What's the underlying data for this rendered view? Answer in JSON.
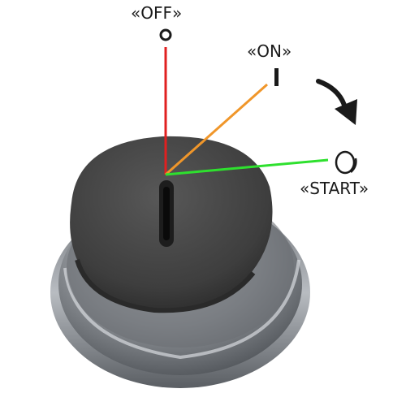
{
  "labels": {
    "off": "«OFF»",
    "on": "«ON»",
    "start": "«START»"
  },
  "colors": {
    "off_line": "#e02020",
    "on_line": "#f0962a",
    "start_line": "#2ee02e",
    "knob": "#3e3e3e",
    "housing": "#8a8d92"
  },
  "icons": {
    "off": "circle-off-icon",
    "on": "bar-on-icon",
    "start": "engine-start-icon",
    "arrow": "curved-arrow-icon"
  }
}
